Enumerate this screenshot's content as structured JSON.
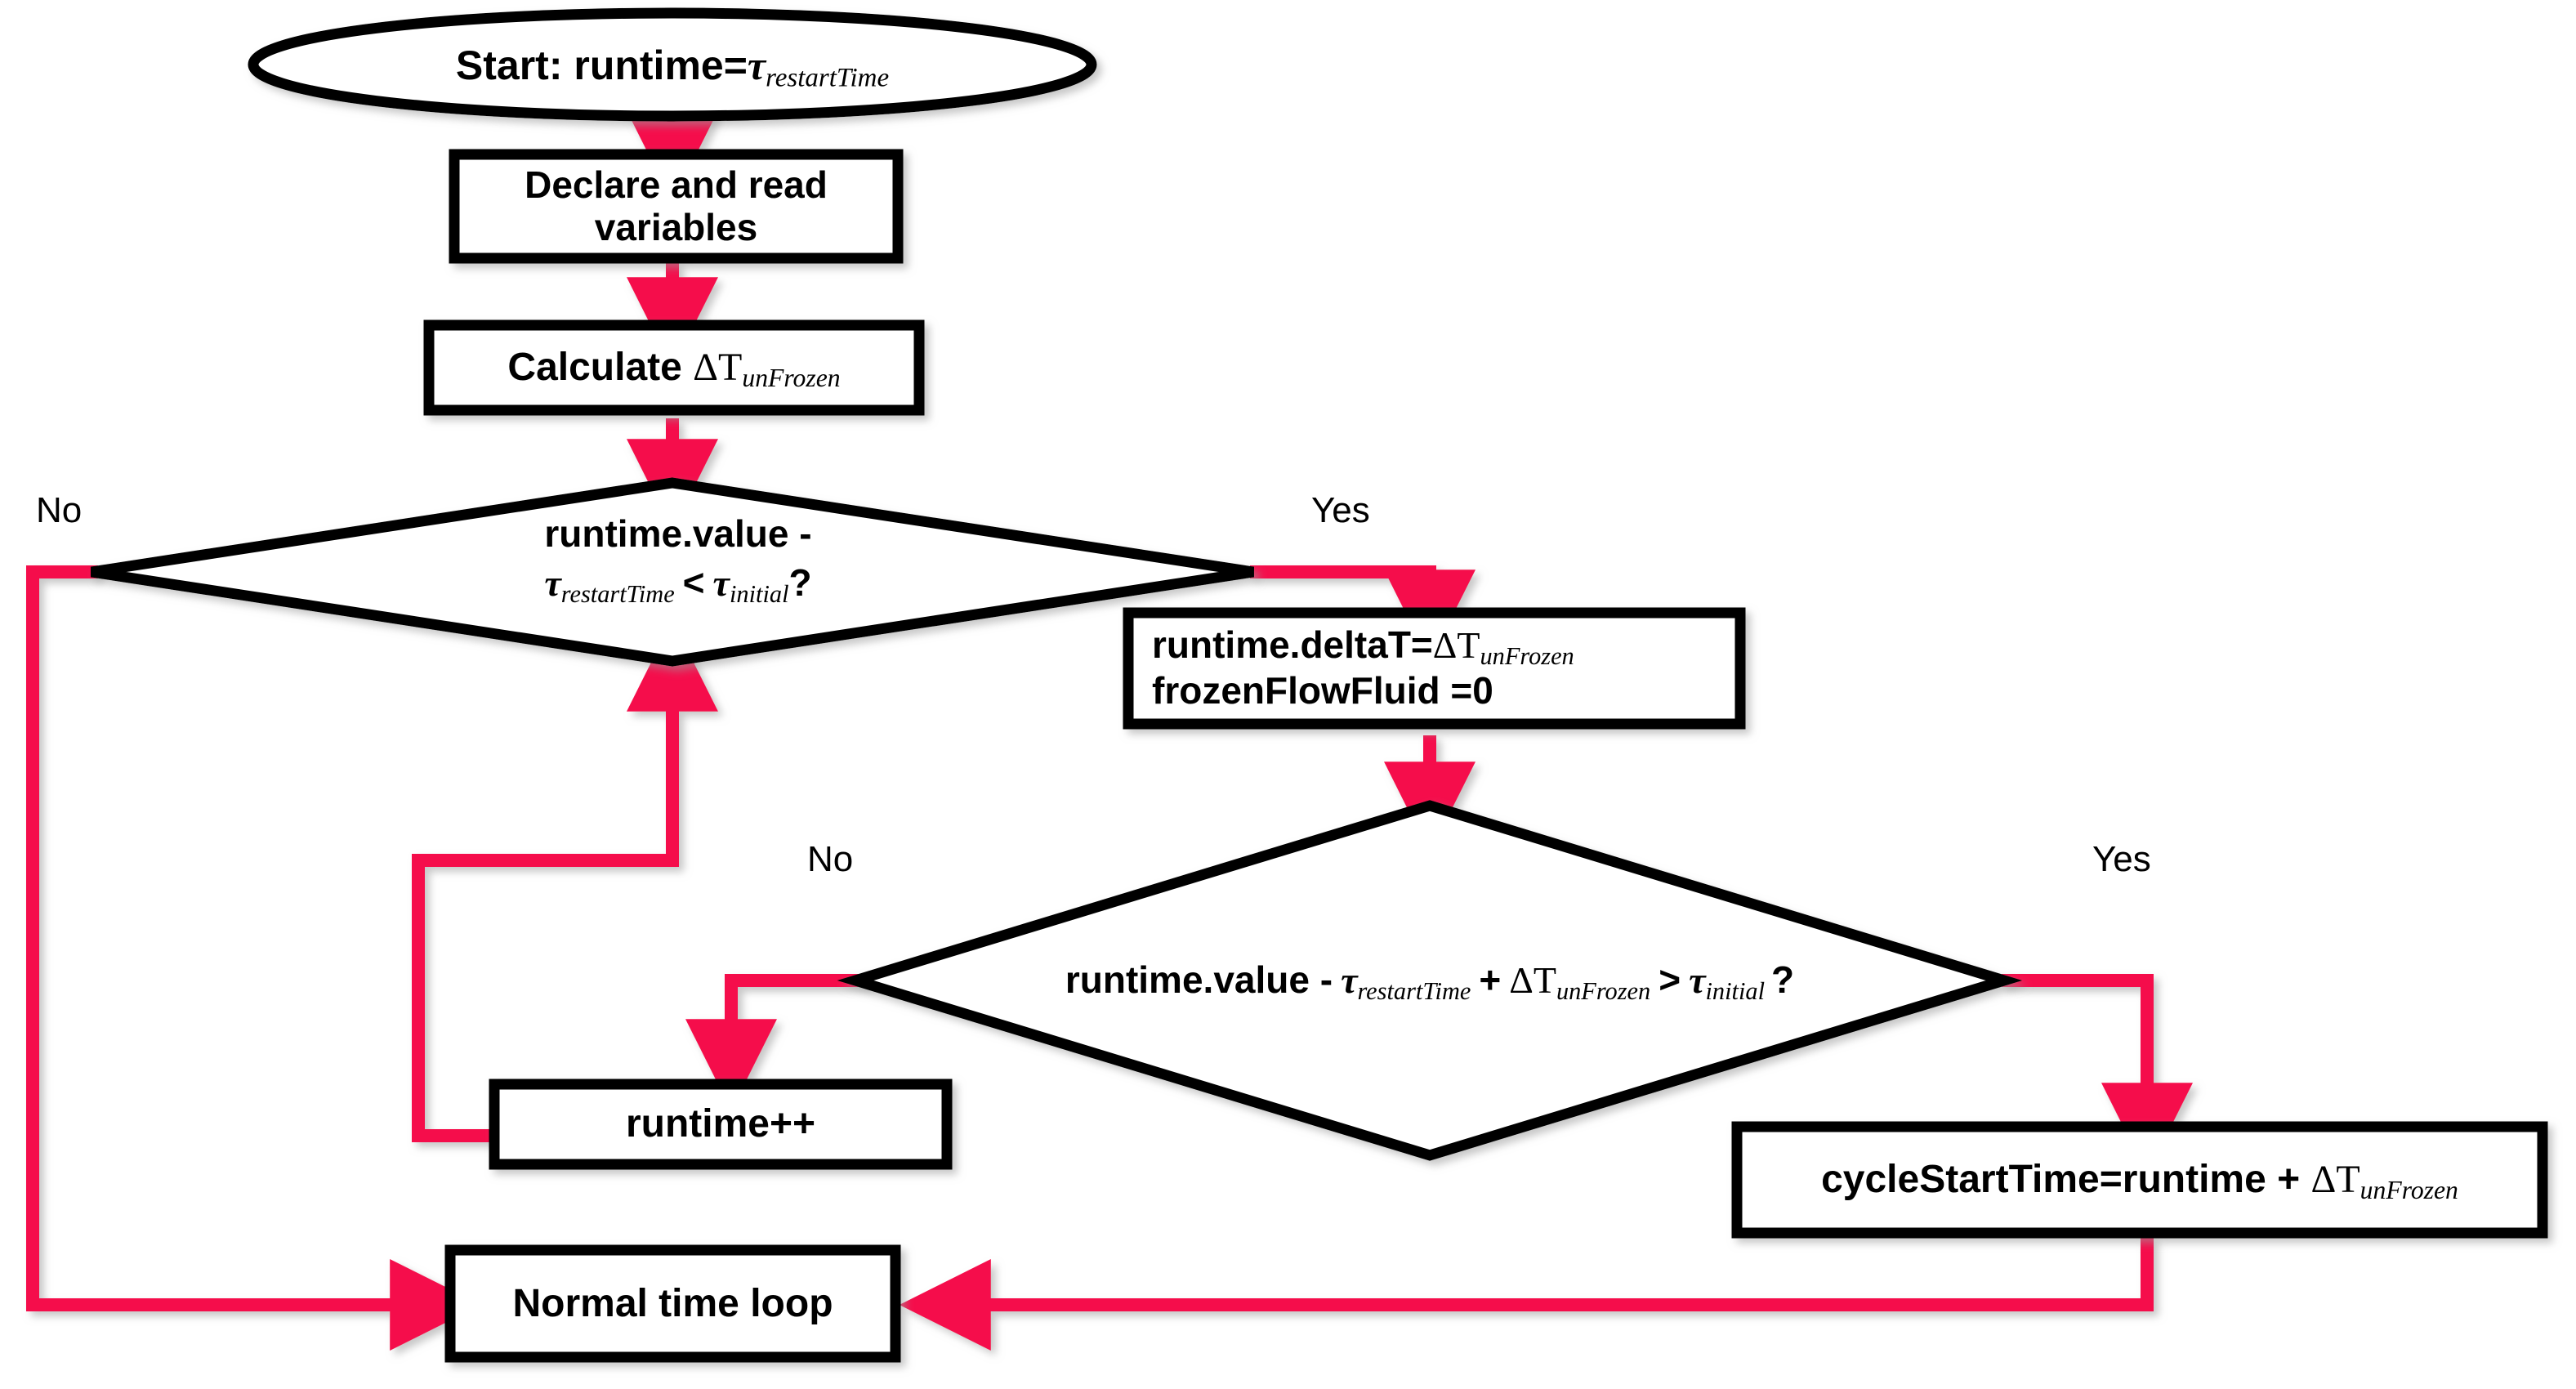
{
  "diagram": {
    "title": "Restart time-loop flowchart",
    "colors": {
      "arrow": "#F5094C",
      "shape_stroke": "#000000",
      "shape_fill": "#FFFFFF",
      "text": "#000000",
      "background": "#FFFFFF"
    },
    "nodes": [
      {
        "id": "start",
        "shape": "ellipse",
        "text": "Start: runtime=τrestartTime",
        "plain": "Start: runtime=",
        "symbol": "τ",
        "subscript": "restartTime"
      },
      {
        "id": "declare",
        "shape": "rectangle",
        "line1": "Declare and read",
        "line2": "variables"
      },
      {
        "id": "calculate",
        "shape": "rectangle",
        "plain": "Calculate ",
        "delta": "ΔT",
        "subscript": "unFrozen"
      },
      {
        "id": "decision1",
        "shape": "diamond",
        "line1": "runtime.value -",
        "line2_tau": "τ",
        "line2_sub1": "restartTime",
        "line2_op": "<",
        "line2_tau2": "τ",
        "line2_sub2": "initial",
        "line2_q": "?"
      },
      {
        "id": "assign",
        "shape": "rectangle",
        "line1_plain": "runtime.deltaT=",
        "line1_delta": "ΔT",
        "line1_sub": "unFrozen",
        "line2": "frozenFlowFluid  =0"
      },
      {
        "id": "decision2",
        "shape": "diamond",
        "plain": "runtime.value -",
        "tau1": "τ",
        "sub1": "restartTime",
        "plus": "+",
        "delta": "ΔT",
        "sub2": "unFrozen",
        "gt": ">",
        "tau2": "τ",
        "sub3": "initial",
        "q": "?"
      },
      {
        "id": "increment",
        "shape": "rectangle",
        "text": "runtime++"
      },
      {
        "id": "cyclestart",
        "shape": "rectangle",
        "plain": "cycleStartTime=runtime + ",
        "delta": "ΔT",
        "subscript": "unFrozen"
      },
      {
        "id": "normalloop",
        "shape": "rectangle",
        "text": "Normal time loop"
      }
    ],
    "edge_labels": {
      "d1_no": "No",
      "d1_yes": "Yes",
      "d2_no": "No",
      "d2_yes": "Yes"
    }
  }
}
